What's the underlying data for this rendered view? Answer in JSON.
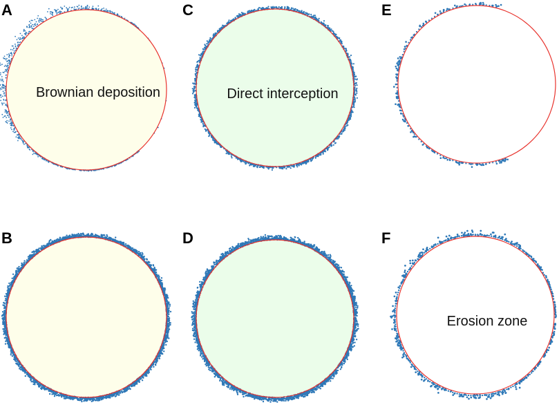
{
  "panels": [
    {
      "letter": "A",
      "caption": "Brownian deposition",
      "fill": "#fefeea",
      "pattern": "brownian-light"
    },
    {
      "letter": "B",
      "caption": "",
      "fill": "#fefeea",
      "pattern": "brownian-heavy"
    },
    {
      "letter": "C",
      "caption": "Direct interception",
      "fill": "#ebfdea",
      "pattern": "interception-light"
    },
    {
      "letter": "D",
      "caption": "",
      "fill": "#ebfdea",
      "pattern": "interception-heavy"
    },
    {
      "letter": "E",
      "caption": "",
      "fill": "#ffffff",
      "pattern": "erosion-sparse"
    },
    {
      "letter": "F",
      "caption": "Erosion zone",
      "fill": "#ffffff",
      "pattern": "erosion-dense"
    }
  ],
  "colors": {
    "fiber_outline": "#e8322c",
    "particles": "#2e78b7"
  }
}
